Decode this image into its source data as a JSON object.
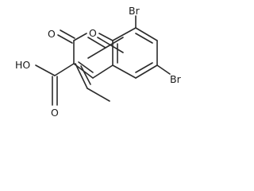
{
  "molecule": {
    "atoms": {
      "O_carbonyl": "O",
      "O_ring": "O",
      "Br_8": "Br",
      "Br_6": "Br",
      "OH_carboxyl": "HO",
      "O_carboxyl": "O"
    }
  }
}
